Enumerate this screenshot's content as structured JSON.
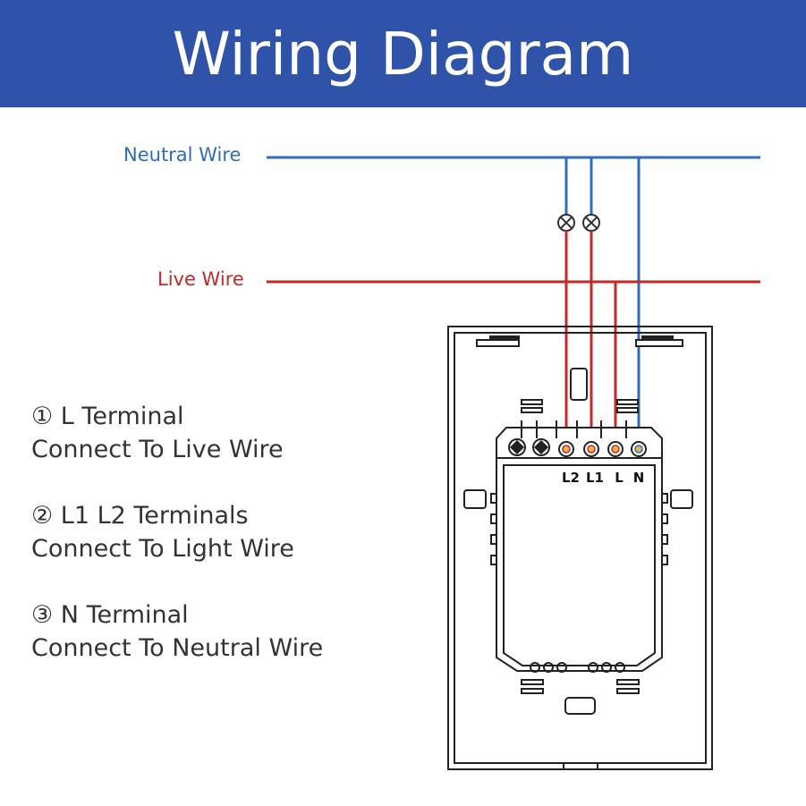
{
  "title": "Wiring Diagram",
  "wires": {
    "neutral_label": "Neutral Wire",
    "live_label": "Live Wire"
  },
  "colors": {
    "header_bg": "#2f53a8",
    "neutral": "#2f6db8",
    "live": "#c62828",
    "outline": "#222222"
  },
  "instructions": [
    {
      "heading": "① L Terminal",
      "detail": "Connect To Live Wire"
    },
    {
      "heading": "② L1 L2 Terminals",
      "detail": "Connect To Light Wire"
    },
    {
      "heading": "③ N Terminal",
      "detail": "Connect To Neutral Wire"
    }
  ],
  "terminals": [
    "L2",
    "L1",
    "L",
    "N"
  ]
}
